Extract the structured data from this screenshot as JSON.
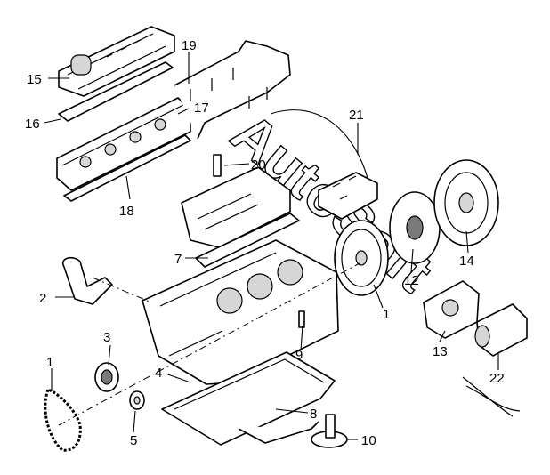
{
  "watermark": "AutoSoft",
  "callouts": [
    {
      "id": "1a",
      "label": "1",
      "part": "timing-chain"
    },
    {
      "id": "1b",
      "label": "1",
      "part": "flywheel"
    },
    {
      "id": "2",
      "label": "2",
      "part": "coolant-pipe"
    },
    {
      "id": "3",
      "label": "3",
      "part": "crankshaft-sprocket"
    },
    {
      "id": "4",
      "label": "4",
      "part": "crankshaft-pulley"
    },
    {
      "id": "5",
      "label": "5",
      "part": "cylinder-block"
    },
    {
      "id": "7",
      "label": "7",
      "part": "intake-gasket"
    },
    {
      "id": "8",
      "label": "8",
      "part": "oil-pan"
    },
    {
      "id": "9",
      "label": "9",
      "part": "block-sensor"
    },
    {
      "id": "10",
      "label": "10",
      "part": "oil-pickup"
    },
    {
      "id": "12",
      "label": "12",
      "part": "clutch-disc"
    },
    {
      "id": "13",
      "label": "13",
      "part": "water-pump"
    },
    {
      "id": "14",
      "label": "14",
      "part": "pressure-plate"
    },
    {
      "id": "15",
      "label": "15",
      "part": "starter-motor"
    },
    {
      "id": "16",
      "label": "16",
      "part": "valve-cover"
    },
    {
      "id": "17",
      "label": "17",
      "part": "valve-cover-gasket"
    },
    {
      "id": "18",
      "label": "18",
      "part": "cylinder-head"
    },
    {
      "id": "19",
      "label": "19",
      "part": "head-gasket"
    },
    {
      "id": "20",
      "label": "20",
      "part": "fuel-rail"
    },
    {
      "id": "21",
      "label": "21",
      "part": "spark-plug"
    },
    {
      "id": "22",
      "label": "22",
      "part": "ignition-coil-pack"
    }
  ]
}
